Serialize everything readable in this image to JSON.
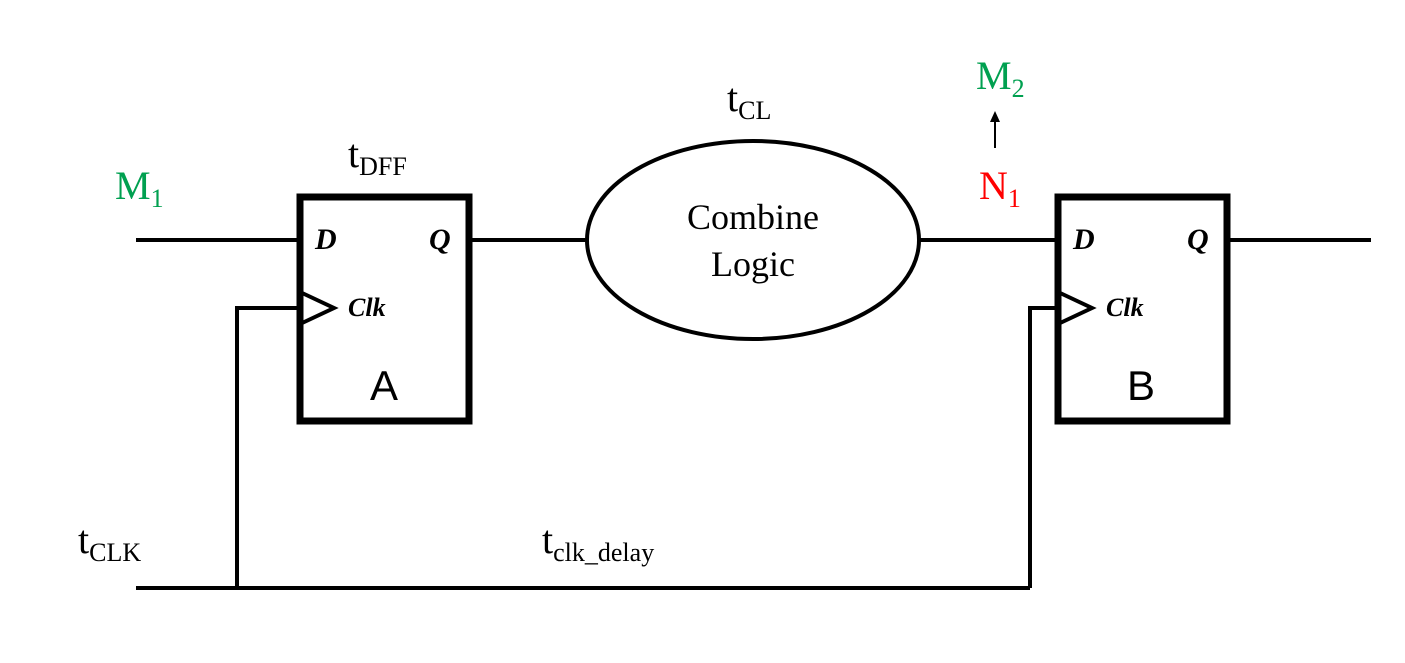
{
  "colors": {
    "input_label": "#00a050",
    "node_label": "#ff0000",
    "line": "#000000"
  },
  "labels": {
    "m1": {
      "base": "M",
      "sub": "1"
    },
    "m2": {
      "base": "M",
      "sub": "2"
    },
    "n1": {
      "base": "N",
      "sub": "1"
    },
    "t_dff": {
      "base": "t",
      "sub": "DFF"
    },
    "t_cl": {
      "base": "t",
      "sub": "CL"
    },
    "t_clk": {
      "base": "t",
      "sub": "CLK"
    },
    "t_clk_delay": {
      "base": "t",
      "sub": "clk_delay"
    }
  },
  "logic": {
    "line1": "Combine",
    "line2": "Logic"
  },
  "flipflops": [
    {
      "id": "A",
      "name": "A",
      "d": "D",
      "q": "Q",
      "clk": "Clk"
    },
    {
      "id": "B",
      "name": "B",
      "d": "D",
      "q": "Q",
      "clk": "Clk"
    }
  ],
  "arrow_icon": "up-arrow"
}
